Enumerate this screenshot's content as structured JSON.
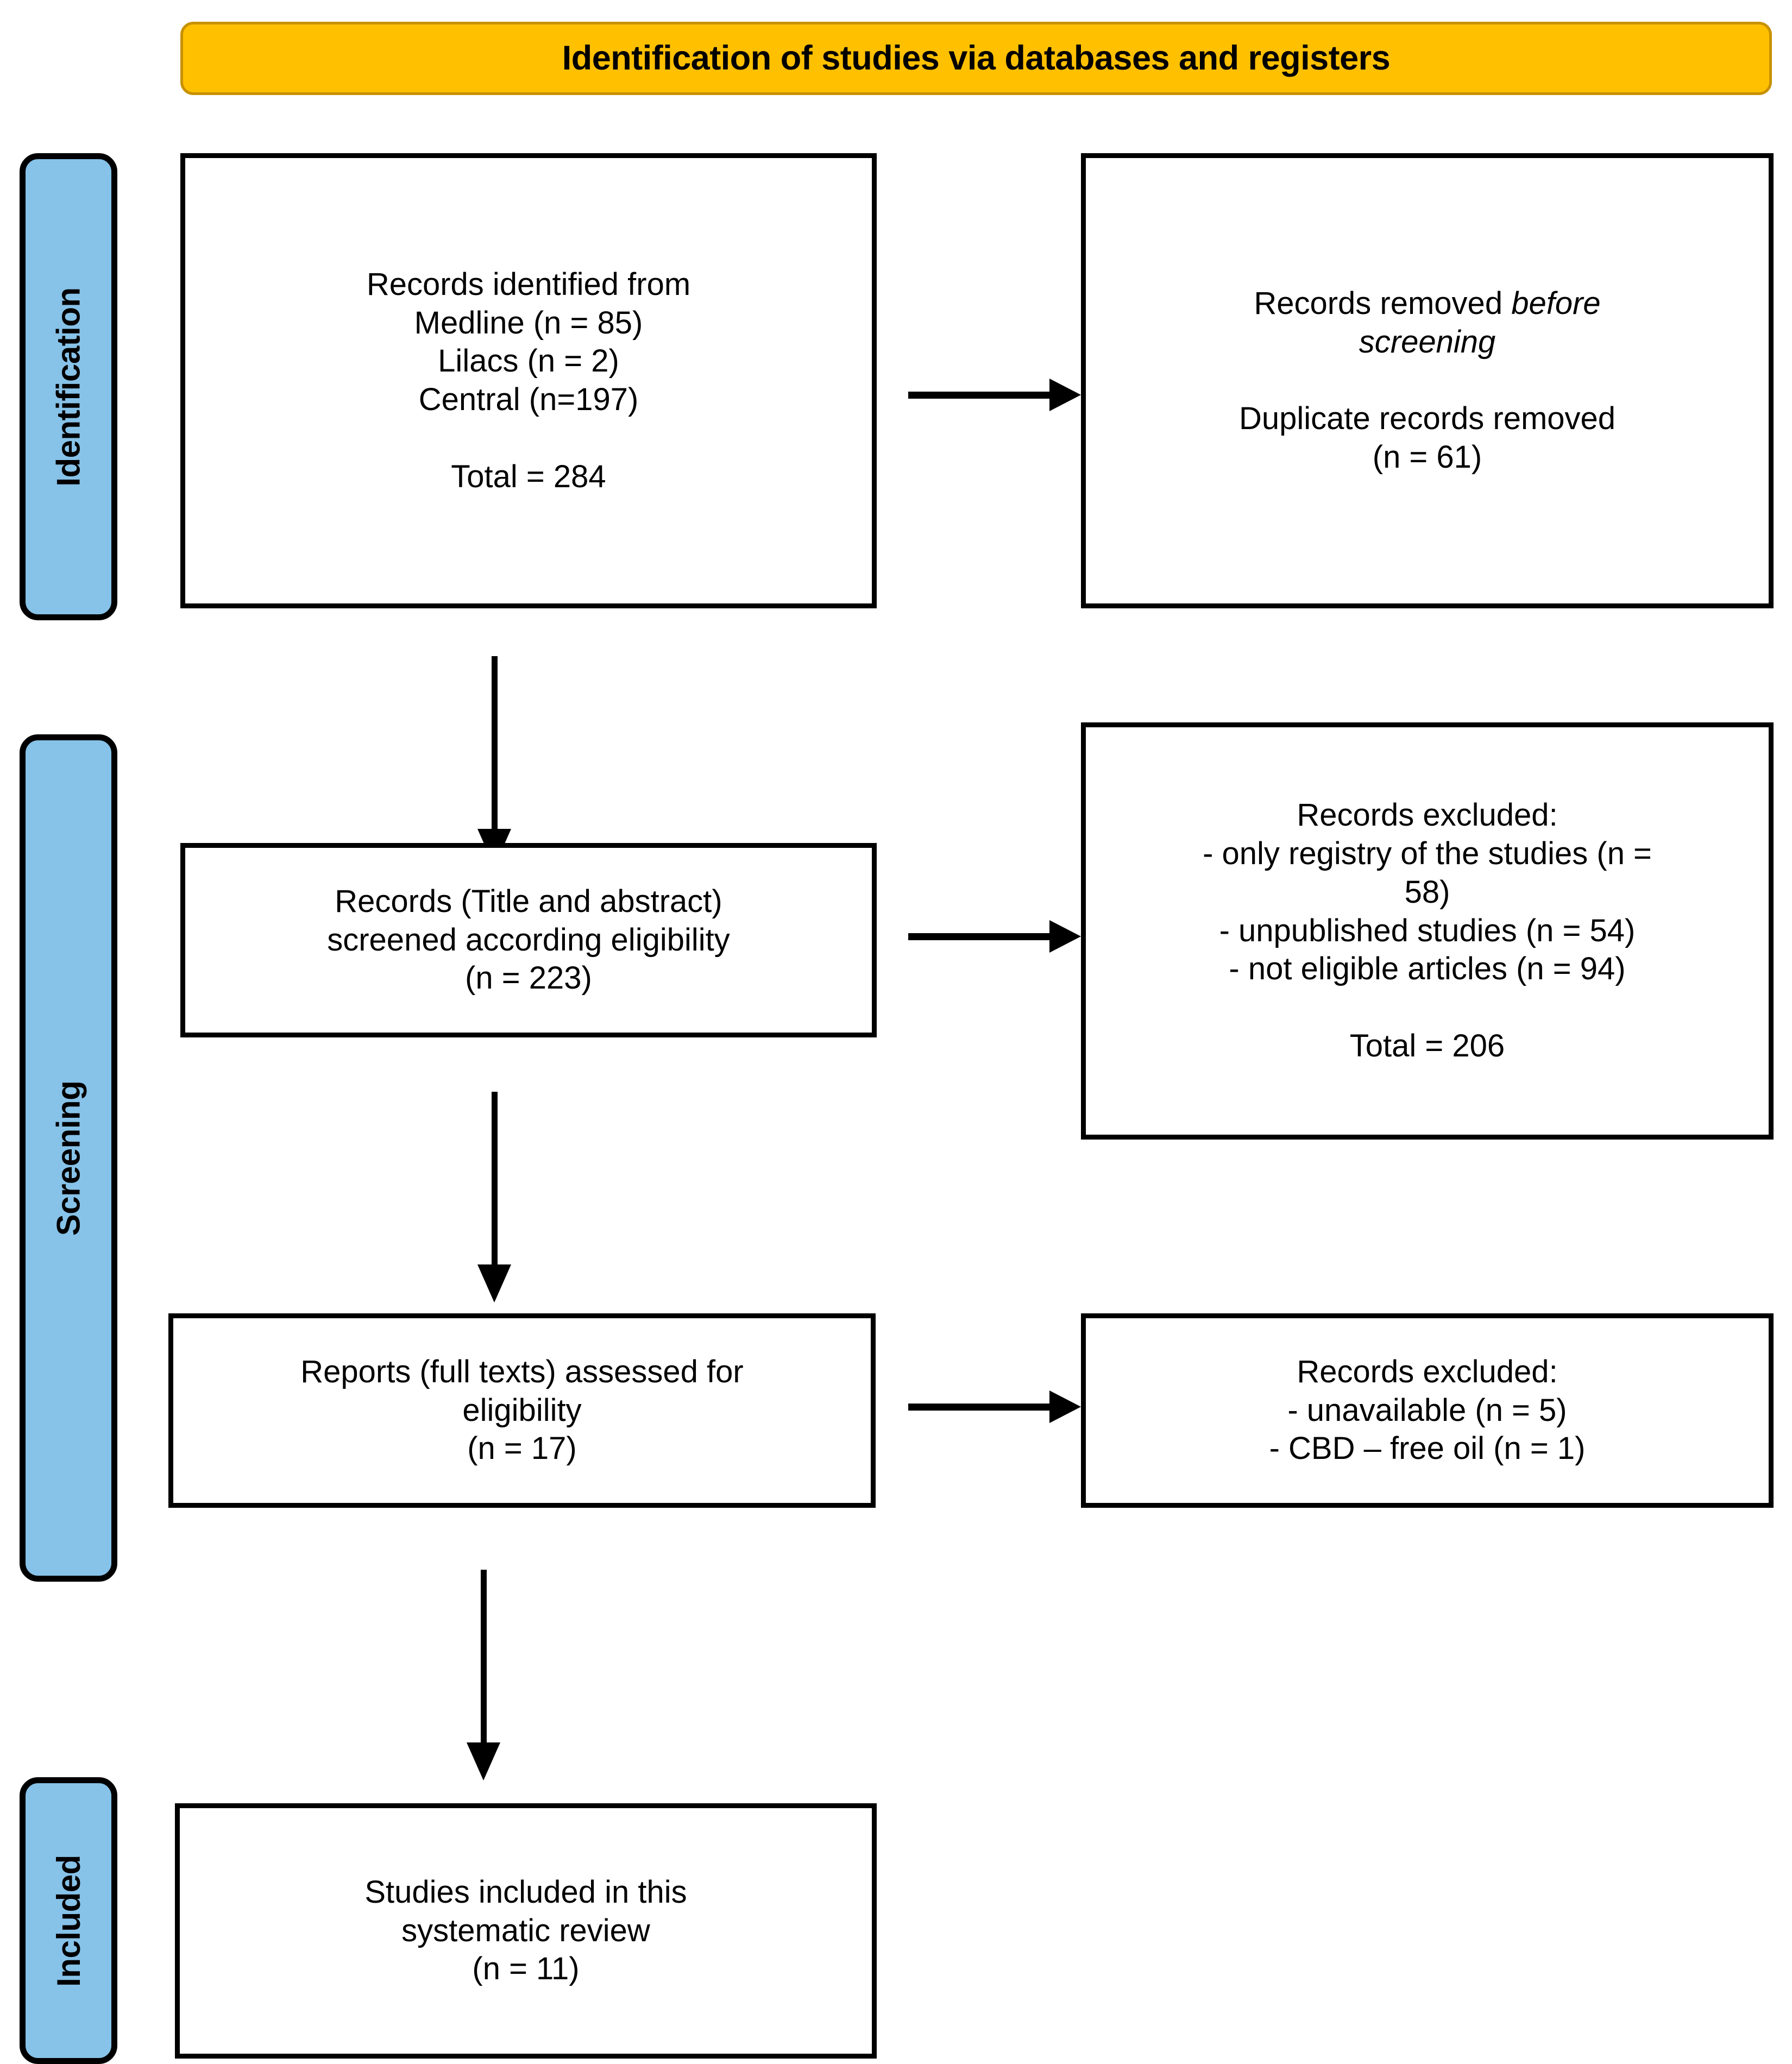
{
  "header": {
    "title": "Identification of studies via databases and registers",
    "background_color": "#FFC000",
    "border_color": "#C79100"
  },
  "stages": [
    {
      "id": "identification",
      "label": "Identification",
      "color": "#87C2E8"
    },
    {
      "id": "screening",
      "label": "Screening",
      "color": "#87C2E8"
    },
    {
      "id": "included",
      "label": "Included",
      "color": "#87C2E8"
    }
  ],
  "boxes": {
    "records_identified": {
      "line1": "Records identified from",
      "line2": "Medline (n = 85)",
      "line3": "Lilacs (n = 2)",
      "line4": "Central (n=197)",
      "line5": "",
      "line6": "Total = 284",
      "text": "Records identified from\nMedline (n = 85)\nLilacs (n = 2)\nCentral (n=197)\n\nTotal = 284"
    },
    "records_removed": {
      "line1_plain": "Records removed ",
      "line1_italic": "before",
      "line2_italic": "screening",
      "line4": "Duplicate records removed",
      "line5": "(n = 61)"
    },
    "records_screened": {
      "text": "Records (Title and abstract)\nscreened according eligibility\n(n = 223)"
    },
    "records_excluded_screening": {
      "text": "Records excluded:\n- only registry of the studies (n =\n58)\n- unpublished studies (n = 54)\n- not eligible articles (n = 94)\n\nTotal = 206"
    },
    "reports_assessed": {
      "text": "Reports (full texts) assessed for\neligibility\n(n = 17)"
    },
    "records_excluded_fulltext": {
      "text": "Records excluded:\n- unavailable (n = 5)\n- CBD – free oil (n = 1)"
    },
    "studies_included": {
      "text": "Studies included in this\nsystematic review\n(n = 11)"
    }
  },
  "chart_data": {
    "type": "diagram",
    "title": "Identification of studies via databases and registers",
    "diagram_kind": "PRISMA flow diagram",
    "stages": [
      "Identification",
      "Screening",
      "Included"
    ],
    "nodes": [
      {
        "id": "records_identified",
        "stage": "Identification",
        "column": "left",
        "label": "Records identified from",
        "sources": [
          {
            "name": "Medline",
            "n": 85
          },
          {
            "name": "Lilacs",
            "n": 2
          },
          {
            "name": "Central",
            "n": 197
          }
        ],
        "total": 284
      },
      {
        "id": "records_removed",
        "stage": "Identification",
        "column": "right",
        "label": "Records removed before screening",
        "items": [
          {
            "name": "Duplicate records removed",
            "n": 61
          }
        ]
      },
      {
        "id": "records_screened",
        "stage": "Screening",
        "column": "left",
        "label": "Records (Title and abstract) screened according eligibility",
        "n": 223
      },
      {
        "id": "records_excluded_screening",
        "stage": "Screening",
        "column": "right",
        "label": "Records excluded",
        "items": [
          {
            "name": "only registry of the studies",
            "n": 58
          },
          {
            "name": "unpublished studies",
            "n": 54
          },
          {
            "name": "not eligible articles",
            "n": 94
          }
        ],
        "total": 206
      },
      {
        "id": "reports_assessed",
        "stage": "Screening",
        "column": "left",
        "label": "Reports (full texts) assessed for eligibility",
        "n": 17
      },
      {
        "id": "records_excluded_fulltext",
        "stage": "Screening",
        "column": "right",
        "label": "Records excluded",
        "items": [
          {
            "name": "unavailable",
            "n": 5
          },
          {
            "name": "CBD – free oil",
            "n": 1
          }
        ]
      },
      {
        "id": "studies_included",
        "stage": "Included",
        "column": "left",
        "label": "Studies included in this systematic review",
        "n": 11
      }
    ],
    "edges": [
      {
        "from": "records_identified",
        "to": "records_removed",
        "direction": "right"
      },
      {
        "from": "records_identified",
        "to": "records_screened",
        "direction": "down"
      },
      {
        "from": "records_screened",
        "to": "records_excluded_screening",
        "direction": "right"
      },
      {
        "from": "records_screened",
        "to": "reports_assessed",
        "direction": "down"
      },
      {
        "from": "reports_assessed",
        "to": "records_excluded_fulltext",
        "direction": "right"
      },
      {
        "from": "reports_assessed",
        "to": "studies_included",
        "direction": "down"
      }
    ]
  }
}
